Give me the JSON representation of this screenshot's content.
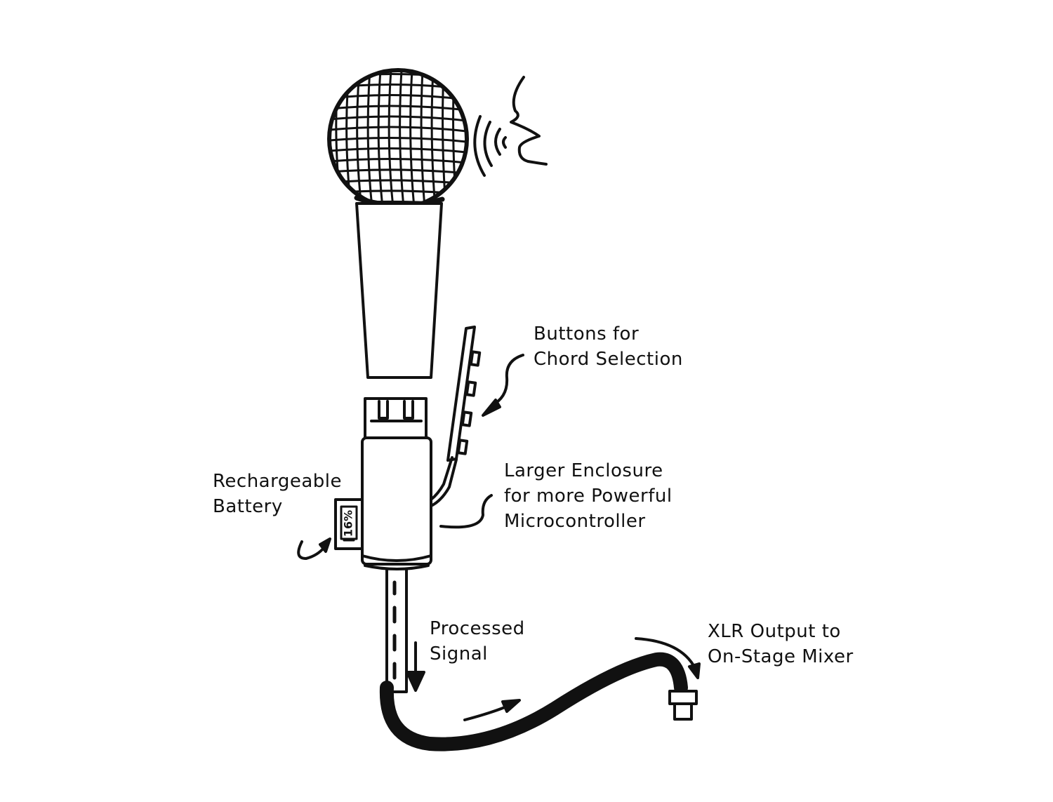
{
  "colors": {
    "ink": "#111111",
    "background": "#ffffff"
  },
  "labels": {
    "buttons": [
      "Buttons for",
      "Chord Selection"
    ],
    "enclosure": [
      "Larger Enclosure",
      "for more Powerful",
      "Microcontroller"
    ],
    "battery": [
      "Rechargeable",
      "Battery"
    ],
    "signal": [
      "Processed",
      "Signal"
    ],
    "xlr": [
      "XLR Output to",
      "On-Stage Mixer"
    ]
  },
  "battery_indicator": "16%",
  "icons": [
    "microphone-grille-icon",
    "mouth-profile-icon",
    "sound-waves-icon",
    "arrow-icon",
    "xlr-connector-icon",
    "battery-icon"
  ]
}
